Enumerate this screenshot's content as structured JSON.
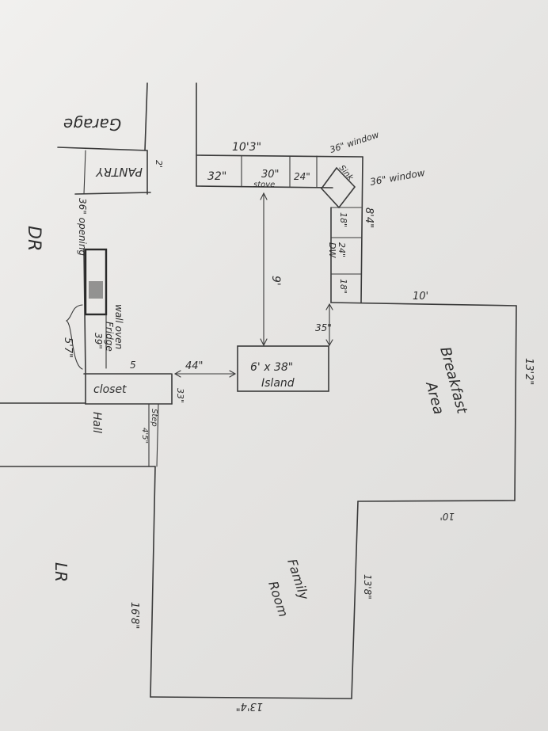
{
  "rooms": {
    "garage": "Garage",
    "pantry": "PANTRY",
    "dr": "DR",
    "hall": "Hall",
    "closet": "closet",
    "lr": "LR",
    "family_line1": "Family",
    "family_line2": "Room",
    "breakfast_line1": "Breakfast",
    "breakfast_line2": "Area"
  },
  "appliances": {
    "cab_32": "32\"",
    "stove_size": "30\"",
    "stove": "stove",
    "cab_24": "24\"",
    "sink": "Sink",
    "cab_18_top": "18\"",
    "dw_size": "24\"",
    "dw": "DW",
    "cab_18_bottom": "18\"",
    "fridge_size": "39\"",
    "fridge": "Fridge",
    "island_line1": "6' x 38\"",
    "island_line2": "Island",
    "oven": "wall oven",
    "step": "Step"
  },
  "dimensions": {
    "top_run": "10'3\"",
    "window_top": "36\" window",
    "window_right": "36\" window",
    "right_run": "8'4\"",
    "aisle_9": "9'",
    "island_gap": "35\"",
    "breakfast_width": "10'",
    "breakfast_depth": "13'2\"",
    "family_width": "10'",
    "family_depth": "13'8\"",
    "island_to_closet": "44\"",
    "closet_depth": "33\"",
    "pantry_depth": "2'",
    "opening": "36\" opening",
    "wall_segment": "5'7\"",
    "wall_5": "5",
    "hall_width": "4'5\"",
    "lr_depth": "16'8\"",
    "bottom": "13'4\""
  }
}
